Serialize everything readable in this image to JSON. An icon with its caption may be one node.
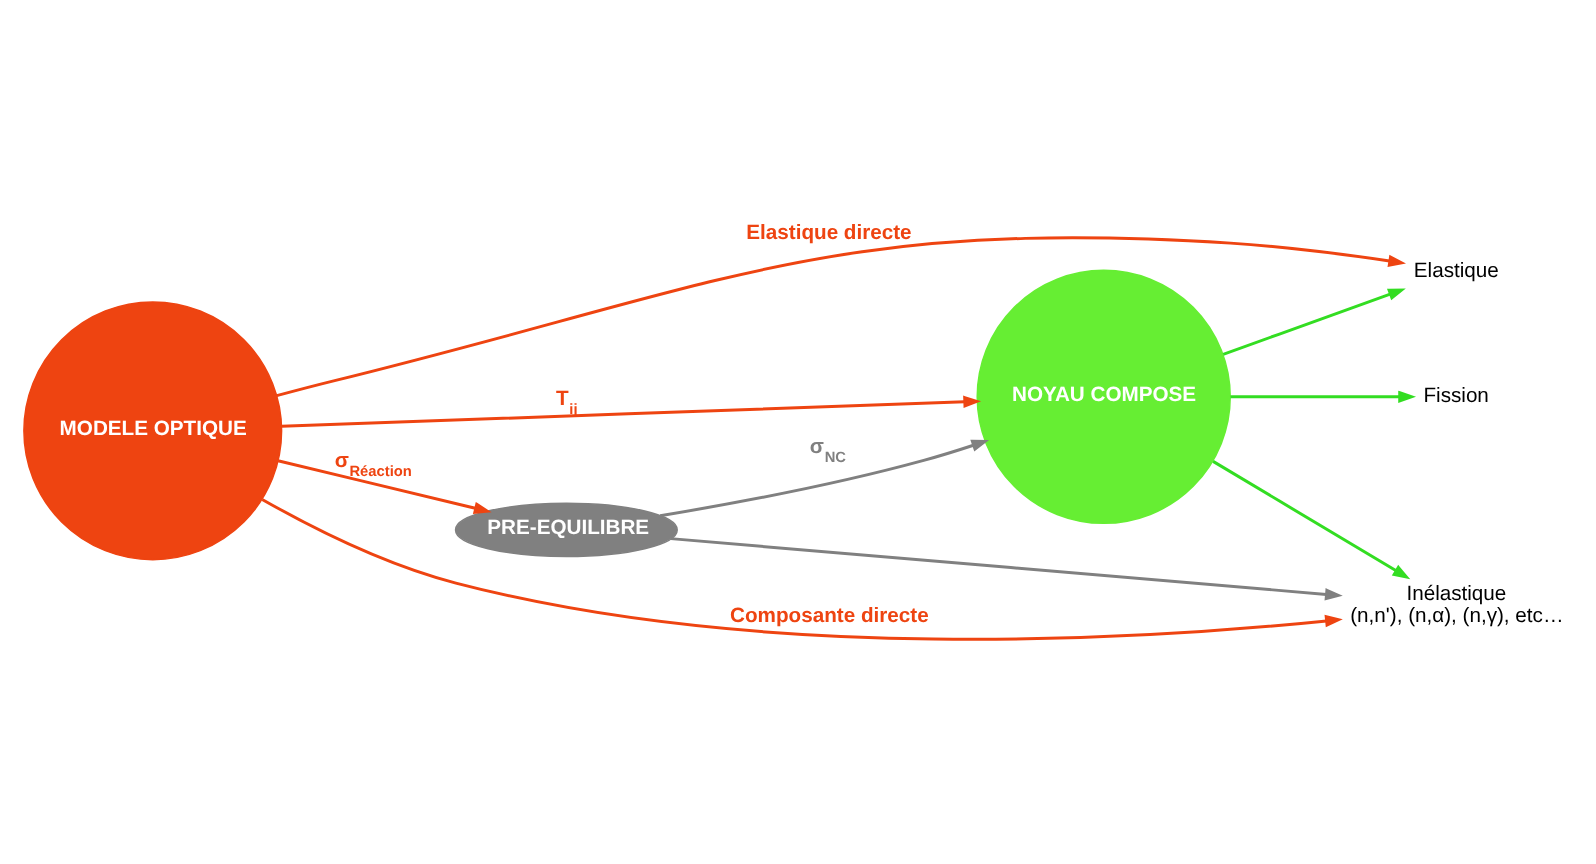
{
  "diagram": {
    "nodes": [
      {
        "text": [
          "MODELE OPTIQUE"
        ]
      },
      {
        "text": [
          "PRE-EQUILIBRE"
        ]
      },
      {
        "text": [
          "NOYAU COMPOSE"
        ]
      },
      {
        "text": [
          "Elastique"
        ]
      },
      {
        "text": [
          "Fission"
        ]
      },
      {
        "text": [
          "Inélastique",
          "(n,n'), (n,α), (n,γ), etc…"
        ]
      }
    ],
    "edges": [
      {
        "from": 0,
        "to": 3,
        "arrow": "to",
        "label": "Elastique directe"
      },
      {
        "from": 0,
        "to": 1,
        "arrow": "to",
        "label": "σ$_{Réaction}$"
      },
      {
        "from": 1,
        "to": 2,
        "arrow": "to",
        "label": "σ$_{NC}$",
        "color": "#808080"
      },
      {
        "from": 0,
        "to": 2,
        "arrow": "to",
        "label": "T$_{ij}$"
      },
      {
        "from": 1,
        "to": 5,
        "arrow": "to",
        "color": "#808080"
      },
      {
        "from": 0,
        "to": 5,
        "arrow": "to",
        "label": "Composante directe"
      },
      {
        "from": 2,
        "to": 3,
        "arrow": "to",
        "color": "#33dd22"
      },
      {
        "from": 2,
        "to": 4,
        "arrow": "to",
        "color": "#33dd22"
      },
      {
        "from": 2,
        "to": 5,
        "arrow": "to",
        "color": "#33dd22"
      }
    ]
  }
}
